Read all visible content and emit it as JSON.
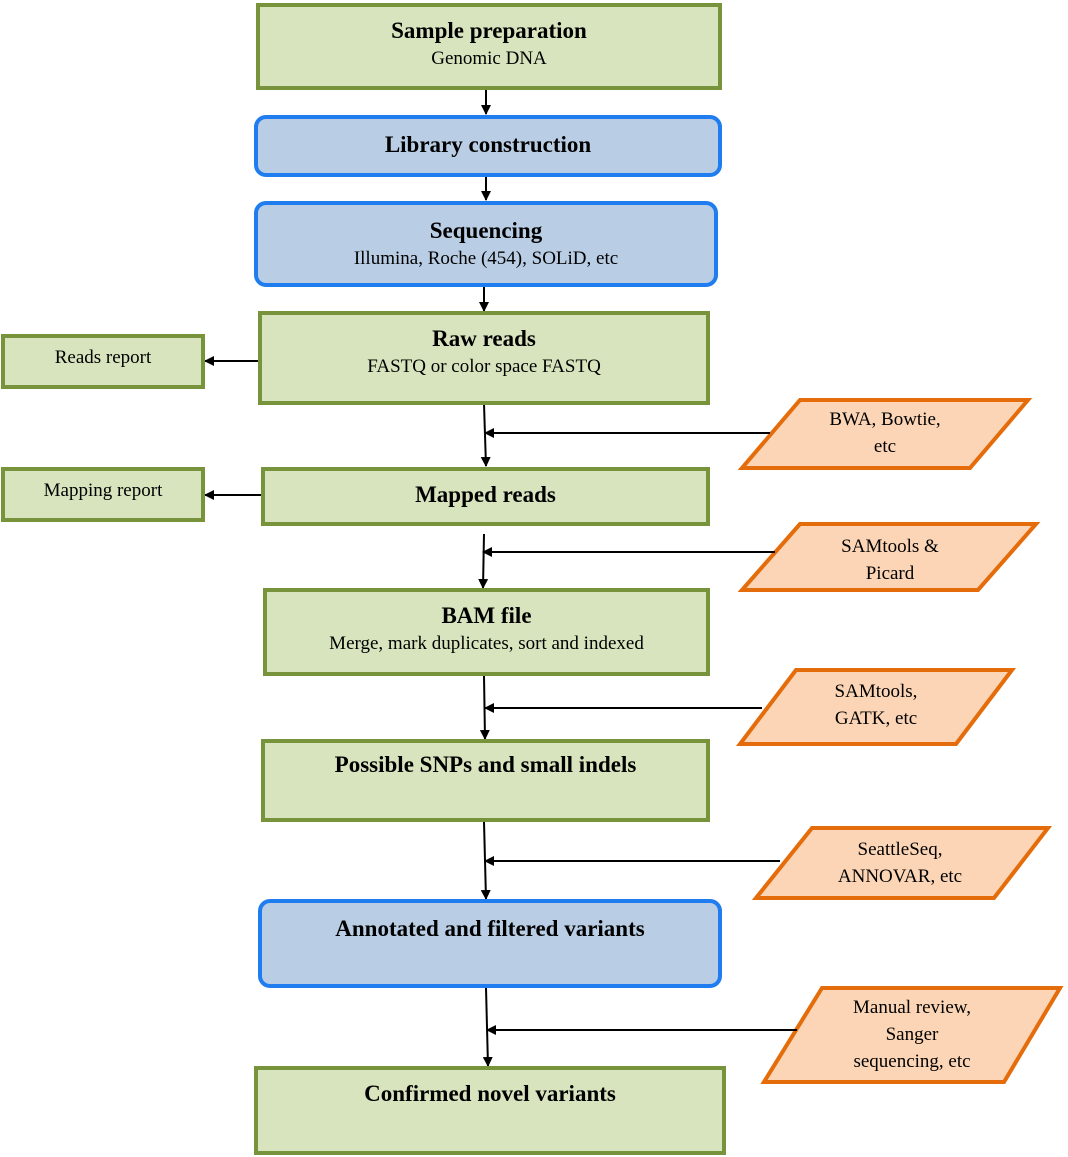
{
  "steps": {
    "sample_prep": {
      "title": "Sample preparation",
      "subtitle": "Genomic DNA"
    },
    "library": {
      "title": "Library construction"
    },
    "sequencing": {
      "title": "Sequencing",
      "subtitle": "Illumina, Roche (454), SOLiD, etc"
    },
    "raw_reads": {
      "title": "Raw reads",
      "subtitle": "FASTQ or color space FASTQ"
    },
    "mapped_reads": {
      "title": "Mapped reads"
    },
    "bam_file": {
      "title": "BAM file",
      "subtitle": "Merge, mark duplicates, sort and indexed"
    },
    "snps": {
      "title": "Possible SNPs and small indels"
    },
    "annotated": {
      "title": "Annotated and filtered variants"
    },
    "confirmed": {
      "title": "Confirmed novel variants"
    }
  },
  "reports": {
    "reads": "Reads report",
    "mapping": "Mapping report"
  },
  "tools": {
    "bwa": [
      "BWA, Bowtie,",
      "etc"
    ],
    "samtools_picard": [
      "SAMtools &",
      "Picard"
    ],
    "samtools_gatk": [
      "SAMtools,",
      "GATK, etc"
    ],
    "seattleseq": [
      "SeattleSeq,",
      "ANNOVAR, etc"
    ],
    "manual": [
      "Manual review,",
      "Sanger",
      "sequencing, etc"
    ]
  },
  "colors": {
    "green_fill": "#d7e4bd",
    "green_border": "#77933c",
    "blue_fill": "#b9cde5",
    "blue_border": "#1f7df0",
    "orange_fill": "#fbd5b5",
    "orange_border": "#e46c0a"
  }
}
